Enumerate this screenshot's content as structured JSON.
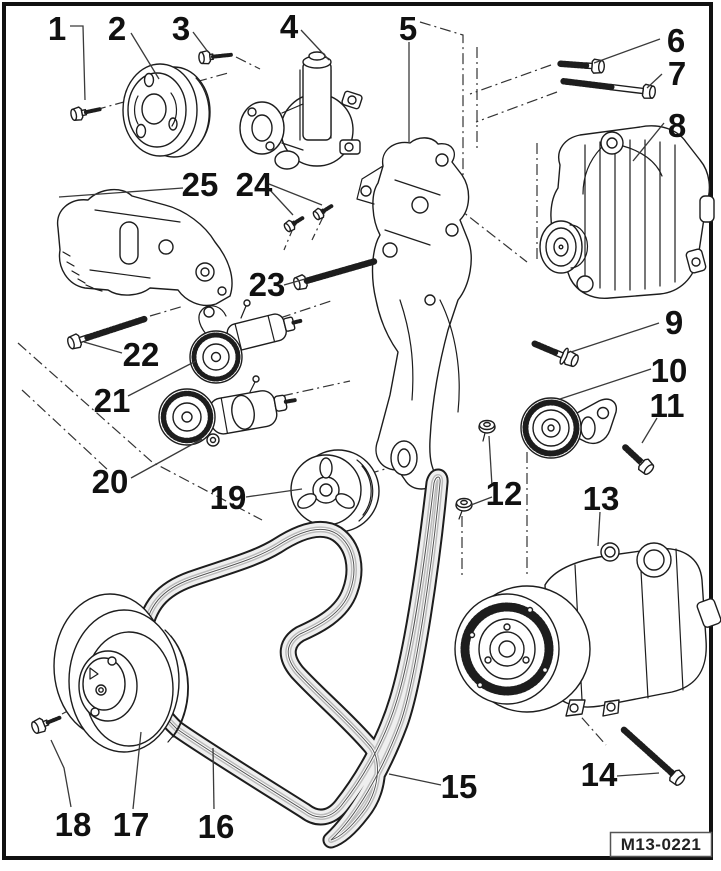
{
  "figure": {
    "kind": "exploded-parts-diagram",
    "reference_code": "M13-0221",
    "callouts": {
      "1": "1",
      "2": "2",
      "3": "3",
      "4": "4",
      "5": "5",
      "6": "6",
      "7": "7",
      "8": "8",
      "9": "9",
      "10": "10",
      "11": "11",
      "12": "12",
      "13": "13",
      "14": "14",
      "15": "15",
      "16": "16",
      "17": "17",
      "18": "18",
      "19": "19",
      "20": "20",
      "21": "21",
      "22": "22",
      "23": "23",
      "24": "24",
      "25": "25"
    },
    "colors": {
      "line": "#1d1d1d",
      "background": "#ffffff",
      "frame": "#111111",
      "belt_fill": "#efefef"
    }
  }
}
